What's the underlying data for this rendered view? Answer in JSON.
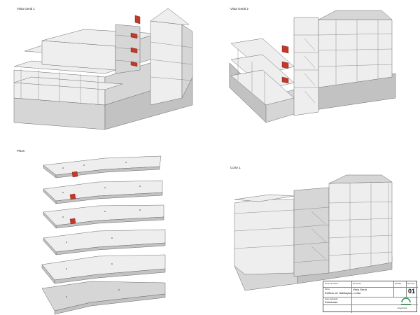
{
  "views": {
    "top_left_label": "Vista Geral 1",
    "top_right_label": "Vista Geral 2",
    "bottom_left_label": "Pisos",
    "bottom_right_label": "Corte 1"
  },
  "title_block": {
    "row1_left": "Dono de Obra",
    "row1_mid": "Desenho",
    "row1_right_a": "Escala",
    "row1_right_b": "Número",
    "drawing_title": "Vista Geral",
    "sheet_number": "01",
    "project_label": "Obra",
    "project_name": "Edifício de Habitação - Leiria",
    "specialty_label": "Especialidade",
    "specialty_name": "Estruturas",
    "company_name": "Engenharia"
  },
  "colors": {
    "concrete_light": "#ededed",
    "concrete_mid": "#d4d4d4",
    "concrete_dark": "#bdbdbd",
    "edge": "#6a6a6a",
    "highlight_red": "#c0392b",
    "logo_green": "#2e9c4f"
  }
}
